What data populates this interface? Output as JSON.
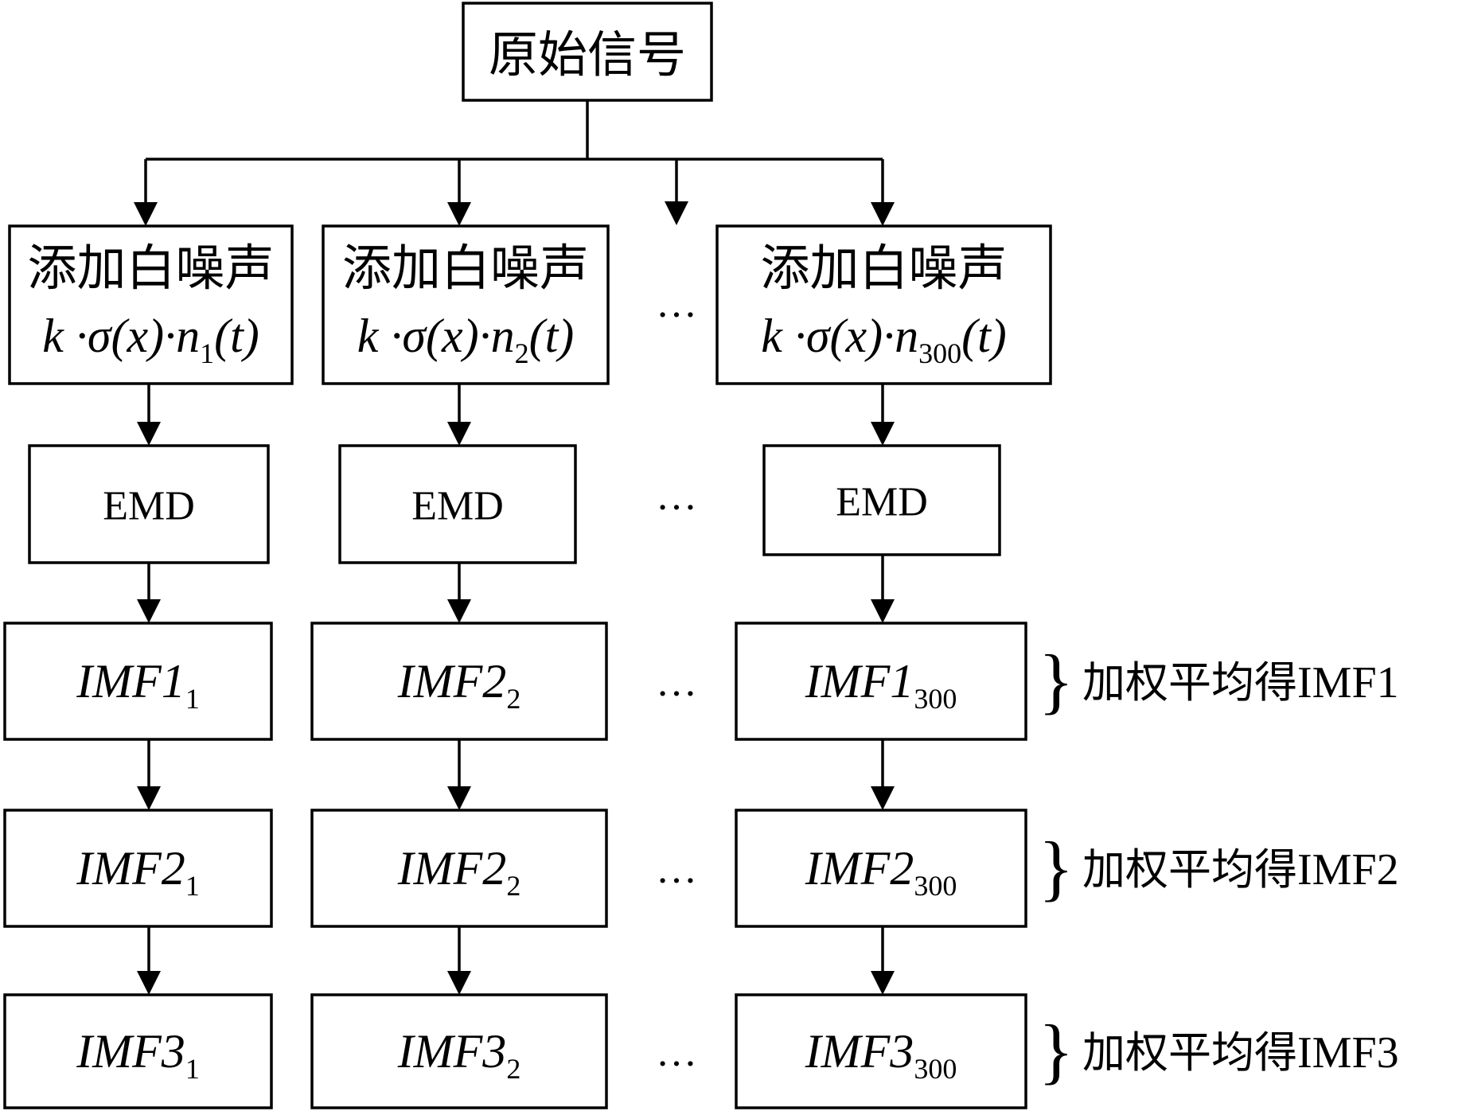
{
  "source": {
    "label": "原始信号"
  },
  "columns": [
    {
      "noise_label": "添加白噪声",
      "coef": "k",
      "dot1": "·",
      "sigma": "σ",
      "sigma_arg": "(x)",
      "dot2": "·",
      "n": "n",
      "n_sub": "1",
      "n_arg": "(t)",
      "emd": "EMD",
      "imfs": [
        {
          "name": "IMF1",
          "sub": "1"
        },
        {
          "name": "IMF2",
          "sub": "1"
        },
        {
          "name": "IMF3",
          "sub": "1"
        }
      ]
    },
    {
      "noise_label": "添加白噪声",
      "coef": "k",
      "dot1": "·",
      "sigma": "σ",
      "sigma_arg": "(x)",
      "dot2": "·",
      "n": "n",
      "n_sub": "2",
      "n_arg": "(t)",
      "emd": "EMD",
      "imfs": [
        {
          "name": "IMF2",
          "sub": "2"
        },
        {
          "name": "IMF2",
          "sub": "2"
        },
        {
          "name": "IMF3",
          "sub": "2"
        }
      ]
    },
    {
      "noise_label": "添加白噪声",
      "coef": "k",
      "dot1": "·",
      "sigma": "σ",
      "sigma_arg": "(x)",
      "dot2": "·",
      "n": "n",
      "n_sub": "300",
      "n_arg": "(t)",
      "emd": "EMD",
      "imfs": [
        {
          "name": "IMF1",
          "sub": "300"
        },
        {
          "name": "IMF2",
          "sub": "300"
        },
        {
          "name": "IMF3",
          "sub": "300"
        }
      ]
    }
  ],
  "ellipsis": "…",
  "brace": "}",
  "averages": [
    {
      "text_cn": "加权平均得",
      "text_lat": "IMF1"
    },
    {
      "text_cn": "加权平均得",
      "text_lat": "IMF2"
    },
    {
      "text_cn": "加权平均得",
      "text_lat": "IMF3"
    }
  ]
}
